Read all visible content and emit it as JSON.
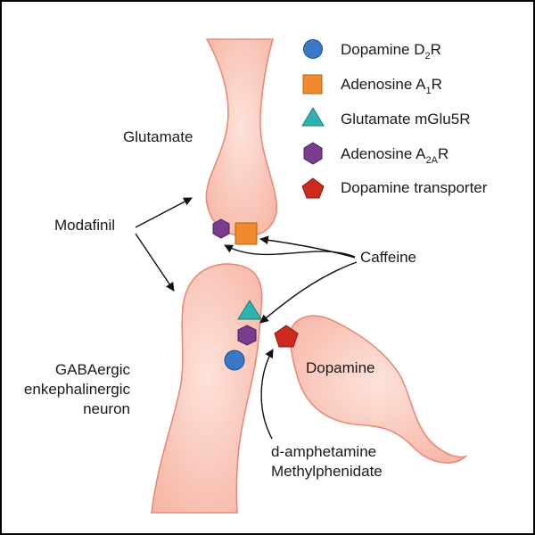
{
  "legend": [
    {
      "shape": "circle",
      "name": "Dopamine",
      "subscript": "2",
      "suffix": "R",
      "color": "#3a78c8"
    },
    {
      "shape": "square",
      "name": "Adenosine",
      "subscript": "1",
      "suffix": "R",
      "color": "#f08a2c"
    },
    {
      "shape": "triangle",
      "name": "Glutamate mGlu5R",
      "subscript": "",
      "suffix": "",
      "color": "#2fb3b0"
    },
    {
      "shape": "hexagon",
      "name": "Adenosine",
      "subscript": "2A",
      "suffix": "R",
      "color": "#7a3c8e"
    },
    {
      "shape": "pentagon",
      "name": "Dopamine transporter",
      "subscript": "",
      "suffix": "",
      "color": "#cc2a1e"
    }
  ],
  "legend_text": {
    "d2r_prefix": "Dopamine D",
    "a1r_prefix": "Adenosine A"
  },
  "labels": {
    "glutamate": "Glutamate",
    "modafinil": "Modafinil",
    "caffeine": "Caffeine",
    "gaba_line1": "GABAergic",
    "gaba_line2": "enkephalinergic",
    "gaba_line3": "neuron",
    "dopamine": "Dopamine",
    "drug_line1": "d-amphetamine",
    "drug_line2": "Methylphenidate"
  },
  "colors": {
    "neuron_fill": "#fbd3c8",
    "neuron_edge": "#e88a78",
    "arrow": "#111111"
  }
}
